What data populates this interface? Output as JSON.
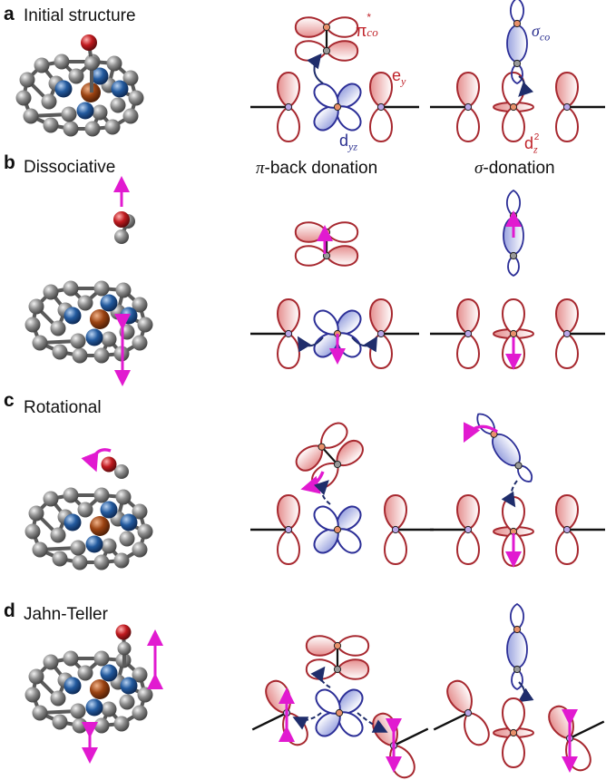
{
  "panels": [
    {
      "letter": "a",
      "title": "Initial structure"
    },
    {
      "letter": "b",
      "title": "Dissociative"
    },
    {
      "letter": "c",
      "title": "Rotational"
    },
    {
      "letter": "d",
      "title": "Jahn-Teller"
    }
  ],
  "columns": {
    "pi": {
      "symbol": "π",
      "text": "-back donation"
    },
    "sigma": {
      "symbol": "σ",
      "text": "-donation"
    }
  },
  "orbitals": {
    "pi_co": {
      "base": "π",
      "sup": "*",
      "sub": "co"
    },
    "sigma_co": {
      "base": "σ",
      "sub": "co"
    },
    "e_y": {
      "base": "e",
      "sub": "y"
    },
    "d_yz": {
      "base": "d",
      "sub": "yz"
    },
    "d_z2": {
      "base": "d",
      "sub": "z",
      "sup": "2"
    }
  },
  "colors": {
    "antibonding_red": "#a7282f",
    "red_fill": "#e9a3a3",
    "bonding_blue": "#2c2f97",
    "blue_fill": "#b7bde6",
    "carbon_grey": "#7d7d7d",
    "nitrogen_blue": "#1f4d8f",
    "iron_brown": "#8b3a12",
    "oxygen_red": "#b5141c",
    "motion_magenta": "#e11ad0",
    "arrow_navy": "#1f2d6b"
  }
}
